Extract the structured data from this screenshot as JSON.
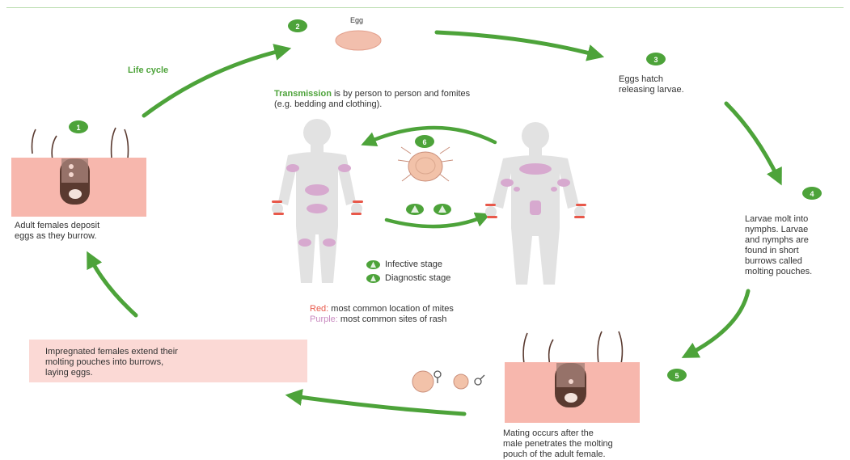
{
  "title": "Life cycle",
  "steps": [
    {
      "num": "1",
      "text": "Adult females deposit\neggs as they burrow."
    },
    {
      "num": "2",
      "label": "Egg"
    },
    {
      "num": "3",
      "text": "Eggs hatch\nreleasing larvae."
    },
    {
      "num": "4",
      "text": "Larvae molt into\nnymphs. Larvae\nand nymphs are\nfound in short\nburrows called\nmolting pouches."
    },
    {
      "num": "5",
      "text": "Mating occurs after the\nmale penetrates the molting\npouch of the adult female."
    },
    {
      "num": "6",
      "text": "Impregnated females extend their\nmolting pouches into burrows,\nlaying eggs."
    }
  ],
  "transmission": {
    "keyword": "Transmission",
    "rest": " is by person to person and fomites\n(e.g. bedding and clothing)."
  },
  "legend": {
    "infective": "Infective stage",
    "diagnostic": "Diagnostic stage",
    "red_key": "Red:",
    "red_text": " most common location of mites",
    "purple_key": "Purple:",
    "purple_text": " most common sites of rash"
  },
  "symbols": {
    "female": "♀",
    "male": "♂"
  },
  "colors": {
    "accent_green": "#4da33a",
    "skin": "#f7b7ad",
    "body": "#e2e2e2",
    "rash": "#d7a9cf",
    "mite_red": "#e8584a",
    "box_pink": "#fbd9d5"
  }
}
